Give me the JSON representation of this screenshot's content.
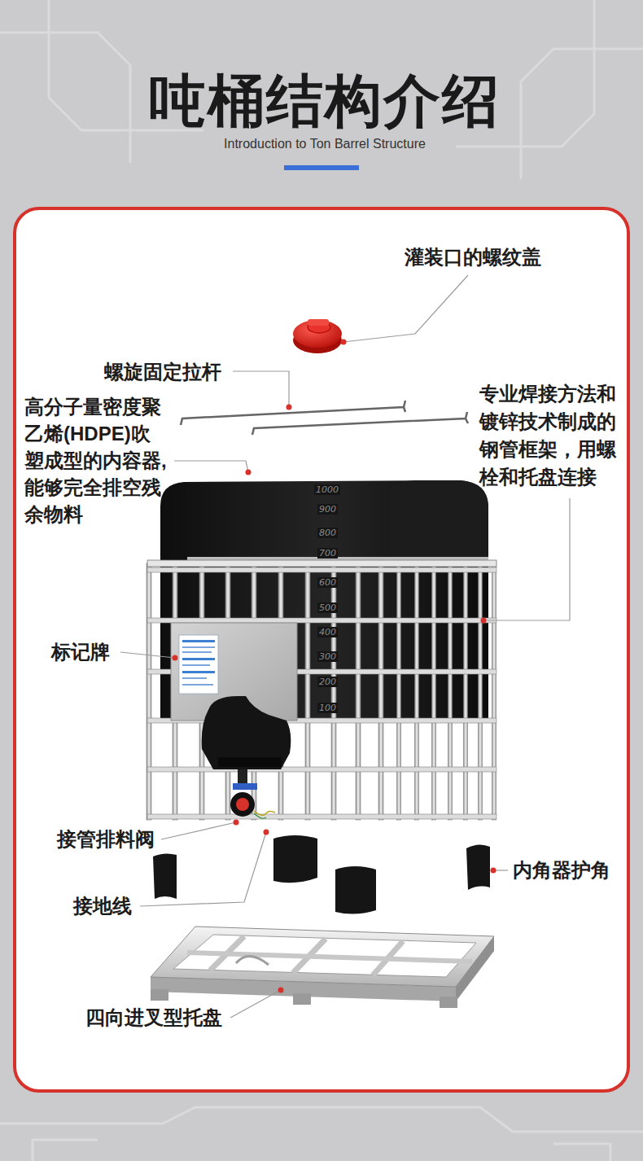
{
  "diagram": {
    "title": "吨桶结构介绍",
    "labels": [
      "Introduction to Ton Barrel Structure",
      "灌装口的螺纹盖",
      "螺旋固定拉杆",
      "高分子量密度聚乙烯(HDPE)吹塑成型的内容器,能够完全排空残余物料",
      "专业焊接方法和镀锌技术制成的钢管框架，用螺栓和托盘连接",
      "标记牌",
      "接管排料阀",
      "接地线",
      "内角器护角",
      "四向进叉型托盘",
      "1000",
      "900",
      "800",
      "700",
      "600",
      "500",
      "400",
      "300",
      "200",
      "100"
    ]
  }
}
